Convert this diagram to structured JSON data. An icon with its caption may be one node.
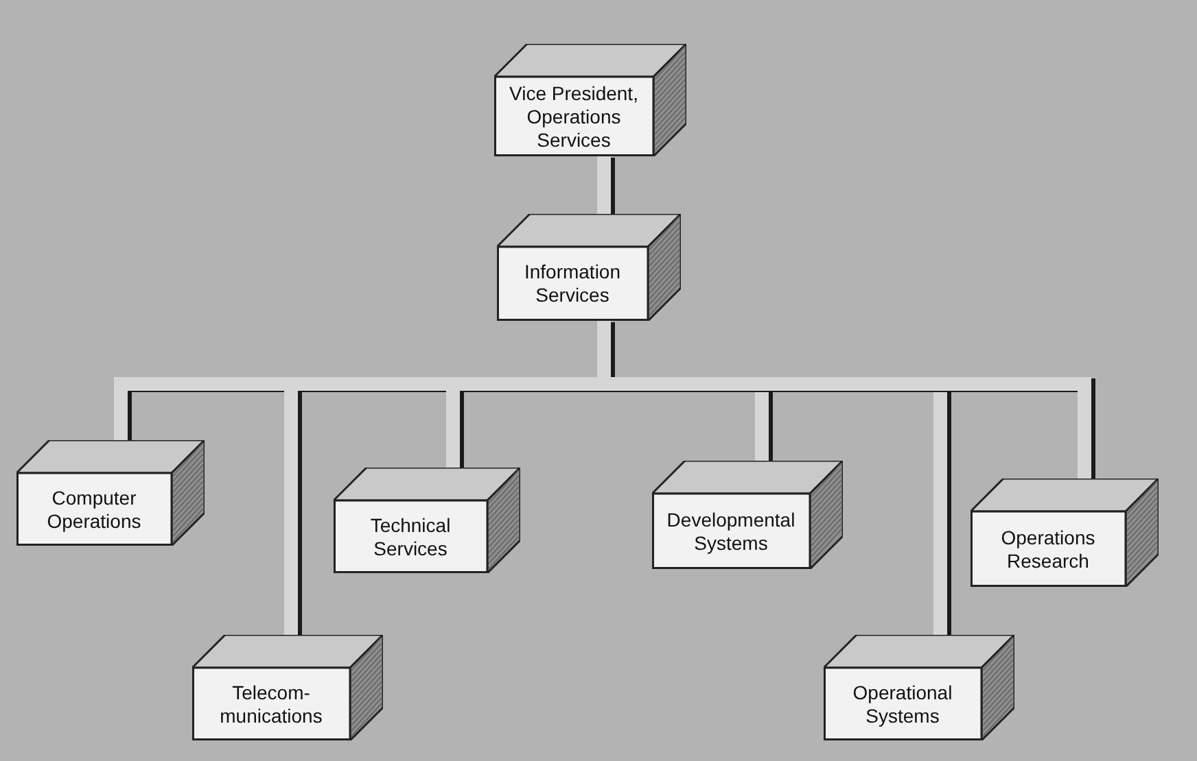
{
  "diagram": {
    "nodes": [
      {
        "text": [
          "Vice President, Operations Services"
        ]
      },
      {
        "text": [
          "Information Services"
        ]
      },
      {
        "text": [
          "Computer Operations"
        ]
      },
      {
        "text": [
          "Telecom- munications"
        ]
      },
      {
        "text": [
          "Technical Services"
        ]
      },
      {
        "text": [
          "Developmental Systems"
        ]
      },
      {
        "text": [
          "Operational Systems"
        ]
      },
      {
        "text": [
          "Operations Research"
        ]
      }
    ],
    "edges": [
      {
        "from": 0,
        "to": 1,
        "arrow": "none"
      },
      {
        "from": 1,
        "to": 2,
        "arrow": "none"
      },
      {
        "from": 1,
        "to": 3,
        "arrow": "none"
      },
      {
        "from": 1,
        "to": 4,
        "arrow": "none"
      },
      {
        "from": 1,
        "to": 5,
        "arrow": "none"
      },
      {
        "from": 1,
        "to": 6,
        "arrow": "none"
      },
      {
        "from": 1,
        "to": 7,
        "arrow": "none"
      }
    ]
  }
}
